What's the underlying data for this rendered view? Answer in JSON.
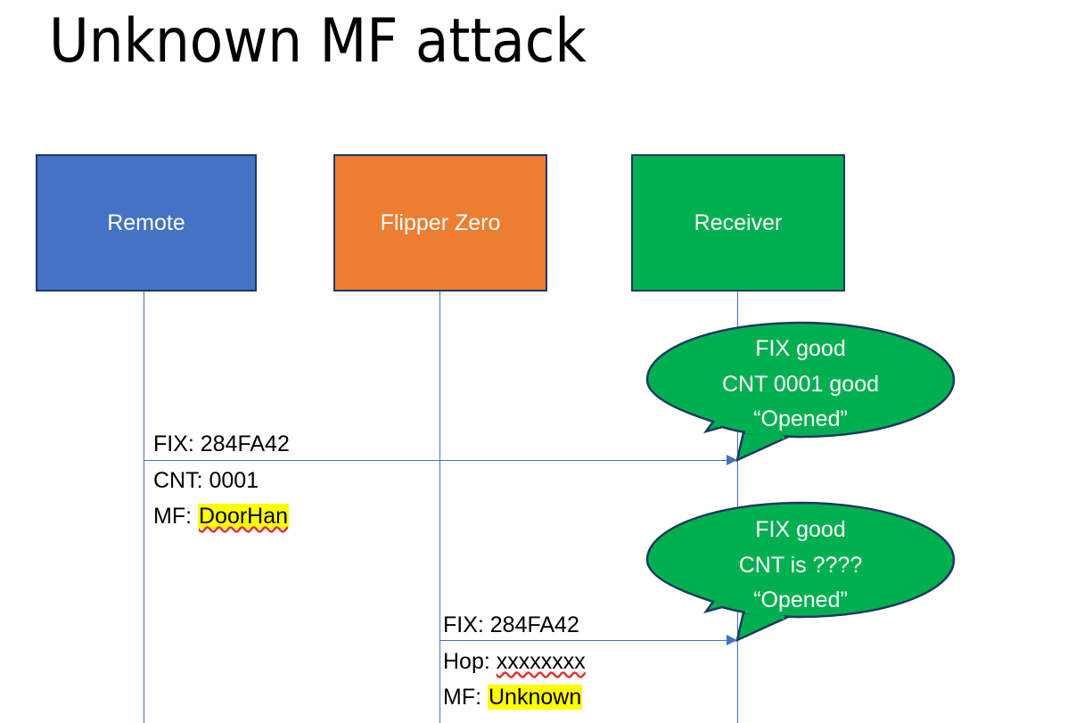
{
  "slide": {
    "title": "Unknown MF attack",
    "background": "#FFFFFF"
  },
  "colors": {
    "remote_blue": "#4472C4",
    "flipper_orange": "#ED7D31",
    "receiver_green": "#00B050",
    "box_border": "#1F3864",
    "lifeline": "#4472C4",
    "highlight": "#FFFF00",
    "spellcheck_underline": "#E03030",
    "text": "#000000",
    "box_text": "#FFFFFF"
  },
  "actors": [
    {
      "id": "remote",
      "label": "Remote"
    },
    {
      "id": "flipper",
      "label": "Flipper Zero"
    },
    {
      "id": "receiver",
      "label": "Receiver"
    }
  ],
  "messages": [
    {
      "id": "msg1",
      "from": "remote",
      "to": "receiver",
      "above_line": "FIX: 284FA42",
      "below_line_1_prefix": "CNT: 0001",
      "below_line_2_prefix": "MF: ",
      "below_line_2_value": "DoorHan",
      "below_line_2_highlighted": true
    },
    {
      "id": "msg2",
      "from": "flipper",
      "to": "receiver",
      "above_line": "FIX: 284FA42",
      "below_line_1_prefix": "Hop: ",
      "below_line_1_value": "xxxxxxxx",
      "below_line_2_prefix": "MF: ",
      "below_line_2_value": "Unknown",
      "below_line_2_highlighted": true
    }
  ],
  "callouts": [
    {
      "id": "callout-1",
      "line1": "FIX good",
      "line2": "CNT 0001 good",
      "line3": "“Opened”"
    },
    {
      "id": "callout-2",
      "line1": "FIX good",
      "line2": "CNT is ????",
      "line3": "“Opened”"
    }
  ]
}
